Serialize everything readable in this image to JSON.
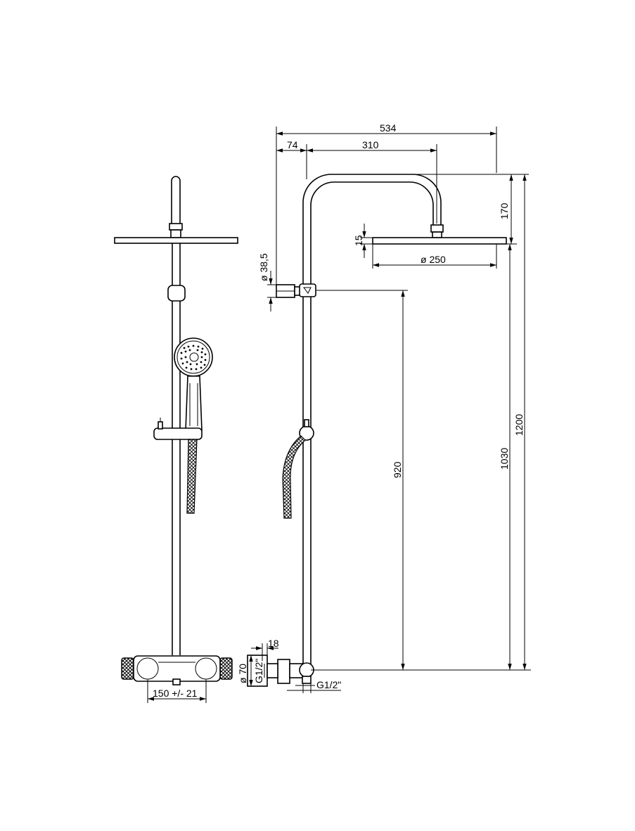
{
  "drawing": {
    "dimensions": {
      "total_width": "534",
      "wall_offset": "74",
      "arm_reach": "310",
      "arm_height": "170",
      "head_thickness": "15",
      "head_diameter": "ø 250",
      "holder_diameter": "ø 38,5",
      "hand_shower_height": "920",
      "head_height": "1030",
      "total_height": "1200",
      "valve_depth": "18",
      "valve_diameter": "ø 70",
      "inlet_thread": "G1/2\"",
      "outlet_thread": "G1/2\"",
      "centers": "150 +/- 21"
    }
  }
}
